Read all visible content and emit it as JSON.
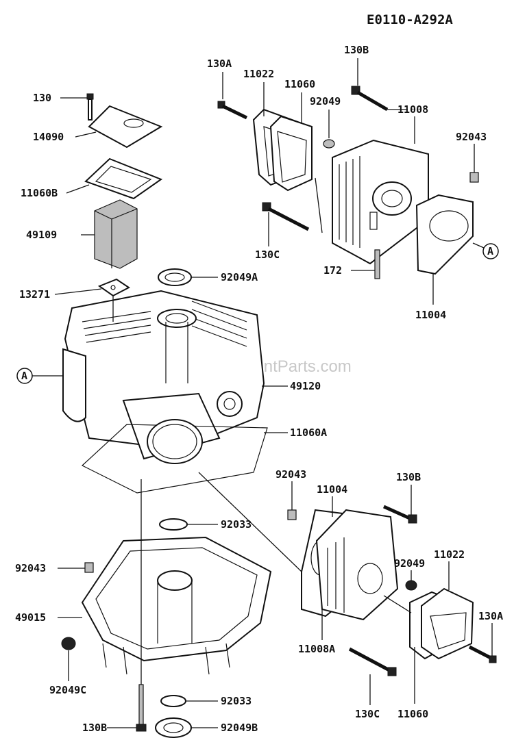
{
  "diagram_code": "E0110-A292A",
  "watermark": "eReplacementParts.com",
  "ref_marker": "A",
  "labels": [
    {
      "id": "l-130",
      "text": "130"
    },
    {
      "id": "l-14090",
      "text": "14090"
    },
    {
      "id": "l-11060b-top",
      "text": "11060B"
    },
    {
      "id": "l-49109",
      "text": "49109"
    },
    {
      "id": "l-13271",
      "text": "13271"
    },
    {
      "id": "l-92049a",
      "text": "92049A"
    },
    {
      "id": "l-49120",
      "text": "49120"
    },
    {
      "id": "l-11060a",
      "text": "11060A"
    },
    {
      "id": "l-130a-top",
      "text": "130A"
    },
    {
      "id": "l-11022-top",
      "text": "11022"
    },
    {
      "id": "l-11060-top",
      "text": "11060"
    },
    {
      "id": "l-130b-top",
      "text": "130B"
    },
    {
      "id": "l-92049-top",
      "text": "92049"
    },
    {
      "id": "l-11008",
      "text": "11008"
    },
    {
      "id": "l-92043-top",
      "text": "92043"
    },
    {
      "id": "l-130c-top",
      "text": "130C"
    },
    {
      "id": "l-172",
      "text": "172"
    },
    {
      "id": "l-11004-top",
      "text": "11004"
    },
    {
      "id": "l-92043-mid",
      "text": "92043"
    },
    {
      "id": "l-11004-mid",
      "text": "11004"
    },
    {
      "id": "l-130b-mid",
      "text": "130B"
    },
    {
      "id": "l-92033-top",
      "text": "92033"
    },
    {
      "id": "l-92049-mid",
      "text": "92049"
    },
    {
      "id": "l-11022-mid",
      "text": "11022"
    },
    {
      "id": "l-92043-left",
      "text": "92043"
    },
    {
      "id": "l-49015",
      "text": "49015"
    },
    {
      "id": "l-130a-mid",
      "text": "130A"
    },
    {
      "id": "l-11008a",
      "text": "11008A"
    },
    {
      "id": "l-92049c",
      "text": "92049C"
    },
    {
      "id": "l-130c-bot",
      "text": "130C"
    },
    {
      "id": "l-11060-bot",
      "text": "11060"
    },
    {
      "id": "l-130b-bot",
      "text": "130B"
    },
    {
      "id": "l-92033-bot",
      "text": "92033"
    },
    {
      "id": "l-92049b",
      "text": "92049B"
    }
  ]
}
